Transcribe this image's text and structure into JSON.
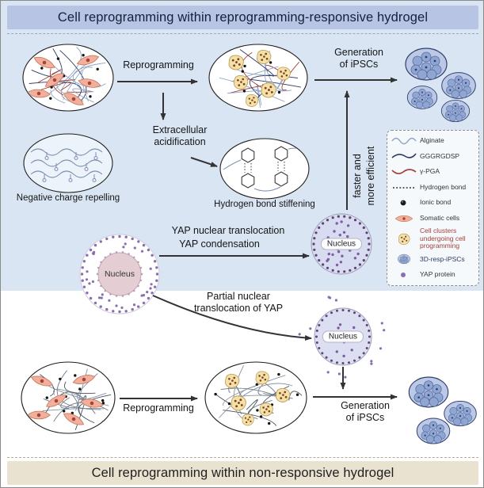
{
  "banners": {
    "top": "Cell reprogramming within reprogramming-responsive hydrogel",
    "bottom": "Cell reprogramming within non-responsive hydrogel"
  },
  "flow": {
    "reprogramming_top": "Reprogramming",
    "generation_top": "Generation\nof iPSCs",
    "acidification": "Extracellular\nacidification",
    "negative_charge": "Negative charge repelling",
    "hbond_stiffening": "Hydrogen bond stiffening",
    "faster": "faster and\nmore efficient",
    "yap_translocation": "YAP nuclear translocation",
    "yap_condensation": "YAP condensation",
    "partial": "Partial nuclear\ntranslocation of  YAP",
    "nucleus": "Nucleus",
    "reprogramming_bottom": "Reprogramming",
    "generation_bottom": "Generation\nof iPSCs"
  },
  "legend": {
    "items": [
      {
        "icon": "alginate-line-icon",
        "label": "Alginate",
        "color": "#333333"
      },
      {
        "icon": "gggrgdsp-line-icon",
        "label": "GGGRGDSP",
        "color": "#333333"
      },
      {
        "icon": "gamma-pga-line-icon",
        "label": "γ-PGA",
        "color": "#333333"
      },
      {
        "icon": "hydrogen-bond-icon",
        "label": "Hydrogen bond",
        "color": "#333333"
      },
      {
        "icon": "ionic-bond-icon",
        "label": "Ionic bond",
        "color": "#333333"
      },
      {
        "icon": "somatic-cell-icon",
        "label": "Somatic cells",
        "color": "#333333"
      },
      {
        "icon": "cell-cluster-icon",
        "label": "Cell clusters\nundergoing cell\nprogramming",
        "color": "#a0403a"
      },
      {
        "icon": "resp-ipsc-icon",
        "label": "3D-resp-iPSCs",
        "color": "#2d3a5e"
      },
      {
        "icon": "yap-protein-icon",
        "label": "YAP protein",
        "color": "#333333"
      }
    ]
  },
  "colors": {
    "top_banner_bg": "#b7c4e3",
    "top_banner_text": "#14213d",
    "bottom_banner_bg": "#eae2d0",
    "bottom_banner_text": "#1f1f1f",
    "top_section_bg": "#d9e5f3",
    "arrow": "#333333",
    "alginate": "#8fa6c6",
    "peptide": "#2c3a63",
    "pga": "#a0403a",
    "yap": "#8a6fae",
    "somatic_fill": "#f2b09c",
    "somatic_stroke": "#c67a5f",
    "cluster_fill": "#f5e0a8",
    "cluster_stroke": "#b99a55",
    "ipsc_fill": "#bcc9e6",
    "ipsc_stroke": "#2f3f6b",
    "ipsc_cell": "#8fa5d2",
    "mesh_gray": "#6e7888"
  }
}
